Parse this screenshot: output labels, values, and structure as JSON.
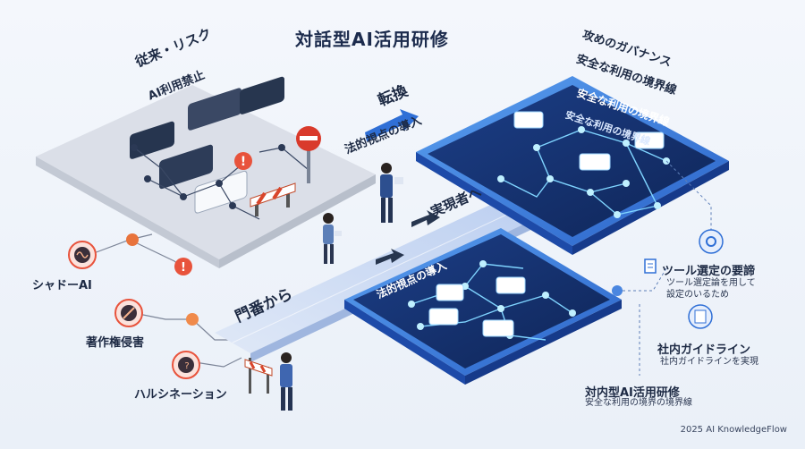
{
  "title": "対話型AI活用研修",
  "left_panel": {
    "heading": "従来・リスク",
    "subheading": "AI利用禁止"
  },
  "risks": [
    {
      "label": "シャドーAI",
      "icon": "brain-icon"
    },
    {
      "label": "著作権侵害",
      "icon": "no-copyright-icon"
    },
    {
      "label": "ハルシネーション",
      "icon": "head-question-icon"
    }
  ],
  "transition": {
    "label": "転換",
    "sub": "法的視点の導入"
  },
  "path": {
    "from": "門番から",
    "to": "実現者へ",
    "lower_panel_label": "法的視点の導入"
  },
  "right_panel": {
    "banner1": "攻めのガバナンス",
    "banner2": "安全な利用の境界線",
    "inner1": "安全な利用の境界線",
    "inner2": "安全な利用の境界線"
  },
  "right_items": [
    {
      "title": "ツール選定の要諦",
      "desc": "ツール選定論を用して\n設定のいるため",
      "icon": "gear-icon"
    },
    {
      "title": "社内ガイドライン",
      "desc": "社内ガイドラインを実現",
      "icon": "clipboard-icon"
    },
    {
      "title": "対内型AI活用研修",
      "desc": "安全な利用の境界の境界線",
      "icon": ""
    }
  ],
  "footer": "2025 AI KnowledgeFlow",
  "colors": {
    "accent": "#2f6fd6",
    "risk": "#e8533c",
    "dark": "#1d2a44"
  }
}
